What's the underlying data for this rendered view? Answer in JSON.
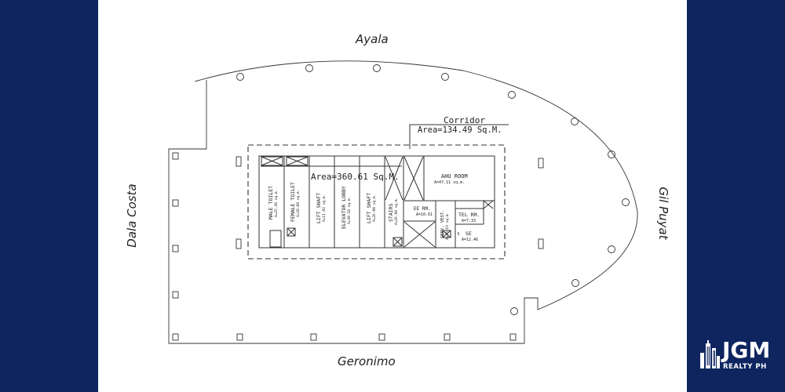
{
  "colors": {
    "band": "#0e2560",
    "line": "#333333",
    "background": "#ffffff"
  },
  "streets": {
    "top": "Ayala",
    "bottom": "Geronimo",
    "left": "Dala Costa",
    "right": "Gil Puyat"
  },
  "labels": {
    "corridor": "Corridor",
    "corridor_area": "Area=134.49 Sq.M.",
    "core_area": "Area=360.61 Sq.M.",
    "male_toilet": "MALE TOILET",
    "male_toilet_area": "A=25.10 sq.m.",
    "female_toilet": "FEMALE TOILET",
    "female_toilet_area": "A=28.08 sq.m.",
    "lift_shaft_1": "LIFT SHAFT",
    "lift_shaft_1_area": "A=11.92 sq.m.",
    "elevator_lobby": "ELEVATOR LOBBY",
    "elevator_lobby_area": "A=39.18 sq.m.",
    "lift_shaft_2": "LIFT SHAFT",
    "lift_shaft_2_area": "A=26.00 sq.m.",
    "stairs": "STAIRS",
    "stairs_area": "A=26.98 sq.m.",
    "ahu_room": "AHU ROOM",
    "ahu_room_area": "A=47.11 sq.m.",
    "ee_rm": "EE RM.",
    "ee_rm_area": "A=10.61",
    "serv_vest": "SERV. VEST.",
    "serv_vest_area": "A=15.63 sq.m.",
    "tel_rm": "TEL RM.",
    "tel_rm_area": "A=7.33",
    "se": "SE",
    "se_area": "A=12.46"
  },
  "logo": {
    "name": "JGM",
    "tagline": "REALTY PH",
    "icon": "building-skyline-icon"
  }
}
